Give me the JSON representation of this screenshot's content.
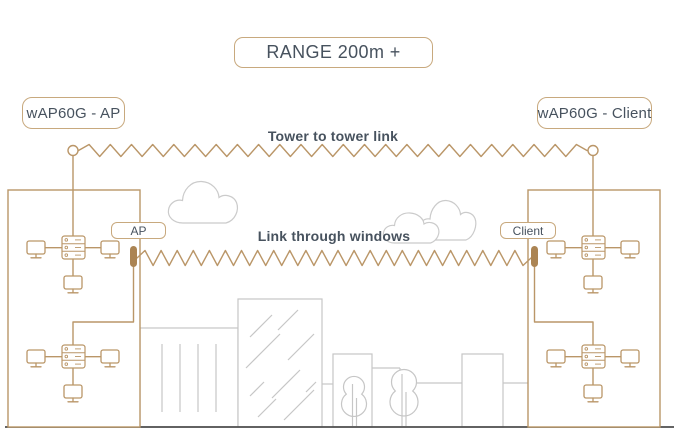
{
  "badge": {
    "text": "RANGE 200m +"
  },
  "devices": {
    "ap_unit": "wAP60G - AP",
    "client_unit": "wAP60G - Client",
    "ap_indoor": "AP",
    "client_indoor": "Client"
  },
  "links": {
    "tower": {
      "label": "Tower to tower link",
      "from": "wAP60G - AP",
      "to": "wAP60G - Client"
    },
    "window": {
      "label": "Link through windows",
      "from": "AP",
      "to": "Client"
    }
  },
  "colors": {
    "line_tan": "#BA9668",
    "border_tan": "#C8A97E",
    "device_fill": "#AB8453",
    "text": "#47525E",
    "skyline_gray": "#C6C6C6",
    "cloud_gray": "#CBCBCB",
    "ground_gray": "#4E4E4E"
  }
}
